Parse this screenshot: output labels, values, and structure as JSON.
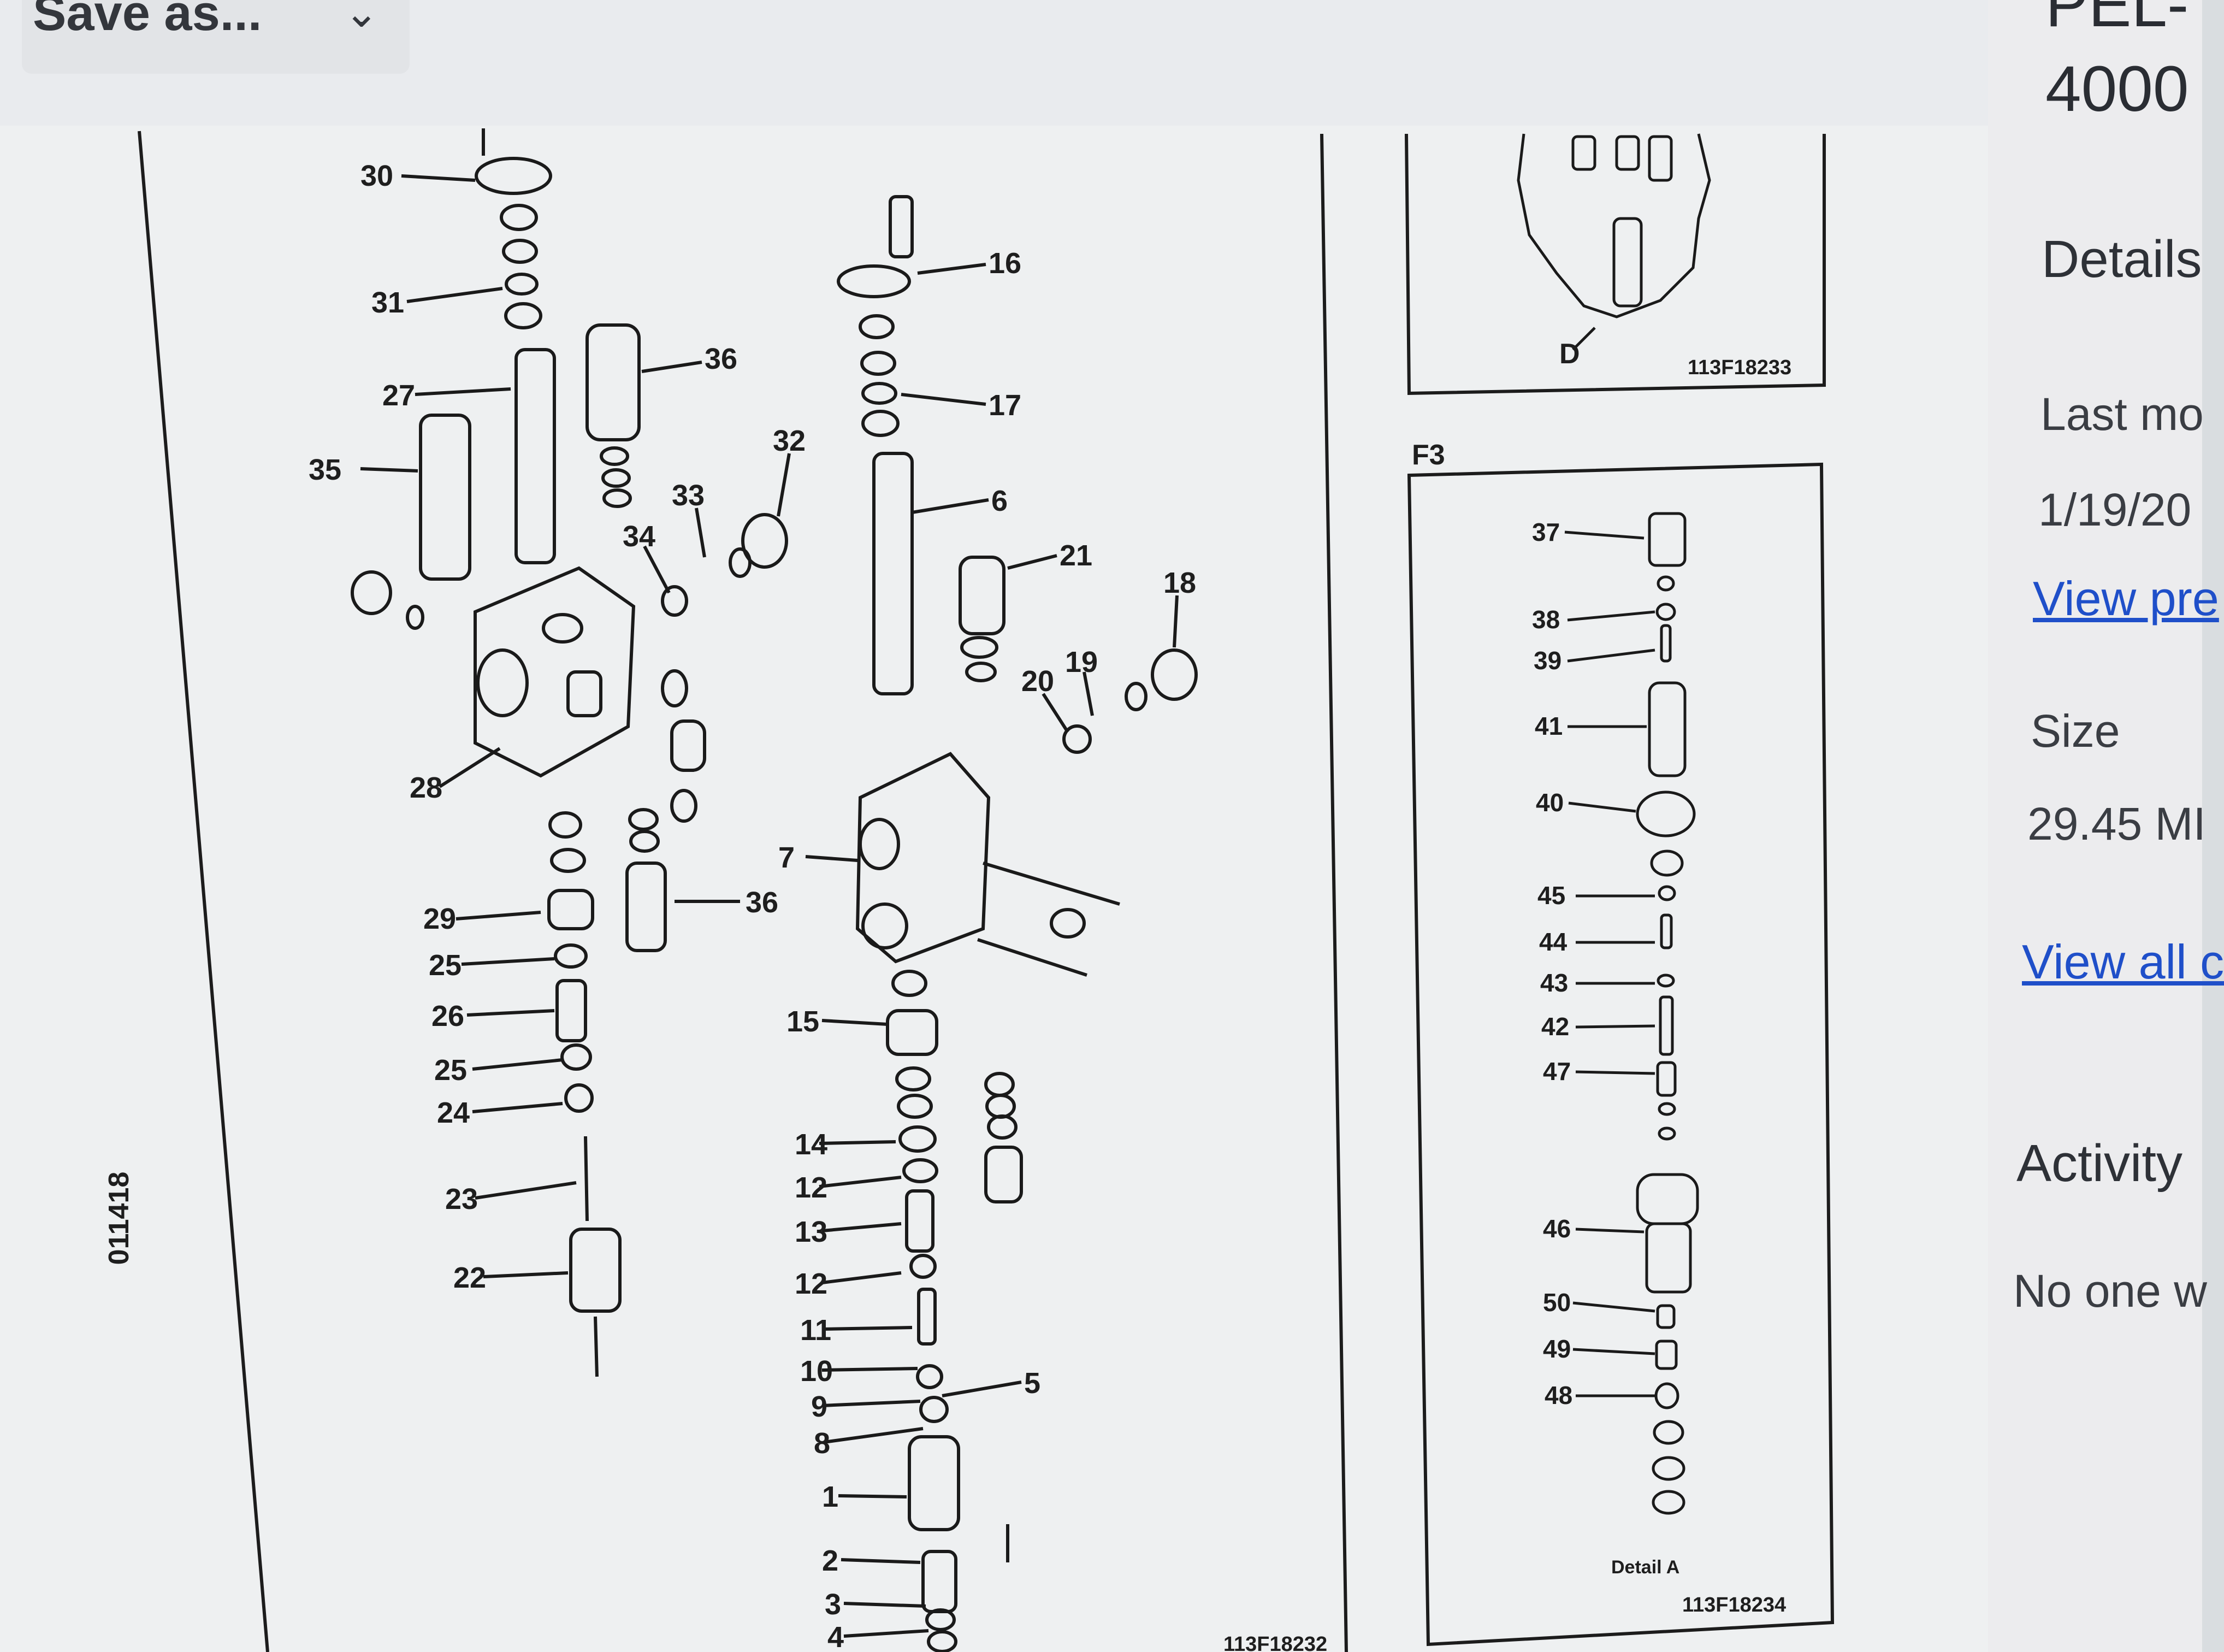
{
  "toolbar": {
    "save_as_label": "Save as...",
    "chevron": "chevron-down-icon"
  },
  "document": {
    "page_code": "011418",
    "left_callouts": [
      "30",
      "31",
      "27",
      "36",
      "35",
      "32",
      "33",
      "34",
      "28",
      "29",
      "25",
      "26",
      "25",
      "24",
      "23",
      "22",
      "36"
    ],
    "middle_callouts": [
      "16",
      "17",
      "6",
      "21",
      "18",
      "19",
      "20",
      "7",
      "15",
      "14",
      "12",
      "13",
      "12",
      "11",
      "10",
      "9",
      "8",
      "5",
      "1",
      "2",
      "3",
      "4"
    ],
    "top_inset": {
      "label": "D",
      "figure_id": "113F18233"
    },
    "f3": {
      "title": "F3",
      "callouts": [
        "37",
        "38",
        "39",
        "41",
        "40",
        "45",
        "44",
        "43",
        "42",
        "47",
        "46",
        "50",
        "49",
        "48"
      ],
      "caption": "Detail  A",
      "figure_id": "113F18234"
    },
    "bottom_fragment": "113F18232"
  },
  "sidepanel": {
    "title_fragment_1": "PEL-",
    "title_fragment_2": "4000",
    "details_heading": "Details",
    "last_modified_label": "Last mo",
    "last_modified_value": "1/19/20",
    "view_previous_link": "View pre",
    "size_label": "Size",
    "size_value": "29.45 MI",
    "view_all_link": "View all c",
    "activity_heading": "Activity",
    "activity_text": "No one w"
  }
}
